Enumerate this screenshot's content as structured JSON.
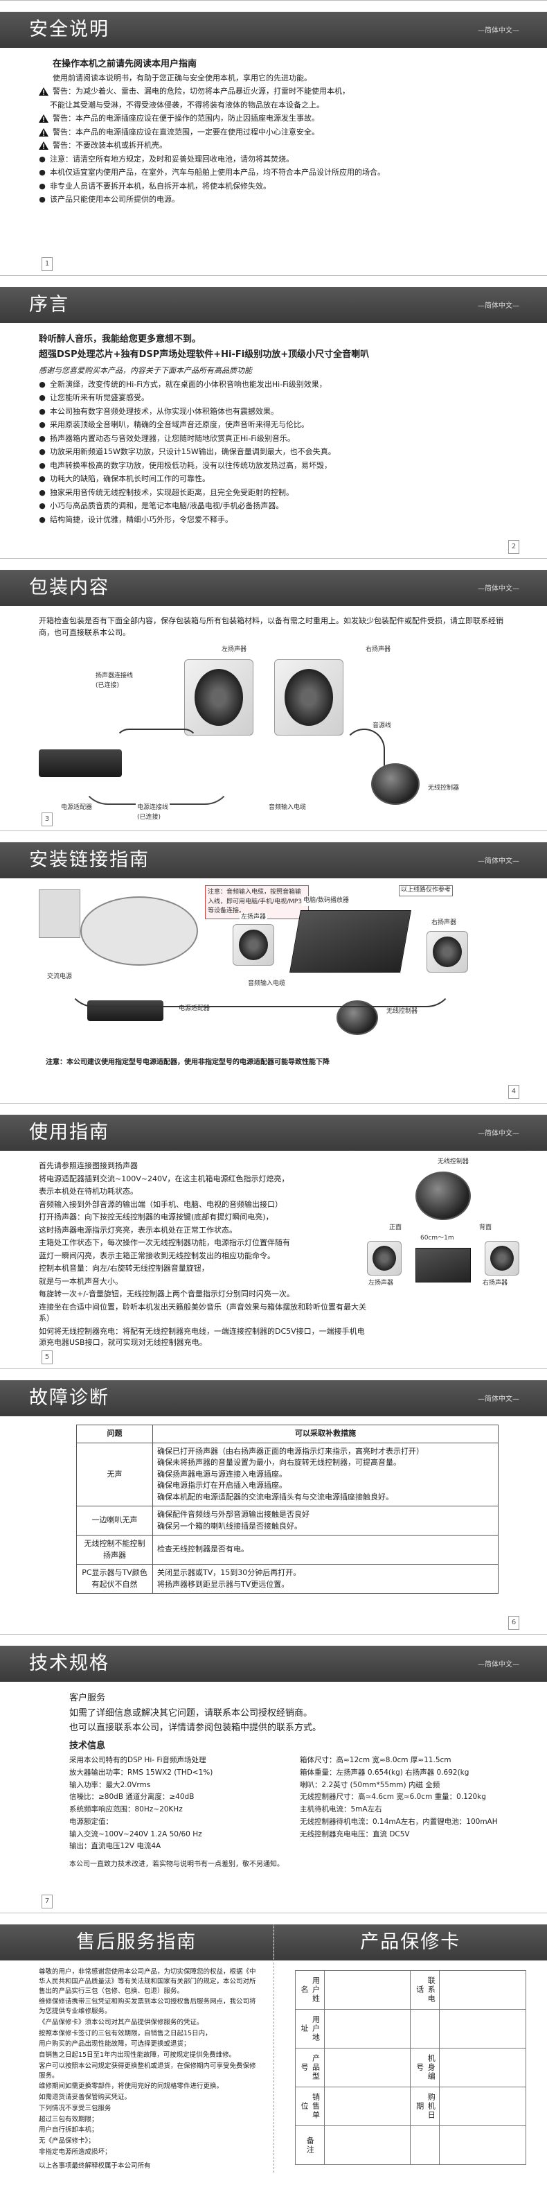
{
  "s1": {
    "title": "安全说明",
    "sub": "—简体中文—",
    "heading": "在操作本机之前请先阅读本用户指南",
    "intro": "使用前请阅读本说明书，有助于您正确与安全使用本机，享用它的先进功能。",
    "items": [
      {
        "icon": "warning",
        "text": "警告：为减少着火、雷击、漏电的危险，切勿将本产品暴近火源，打雷时不能使用本机，"
      },
      {
        "icon": "none",
        "text": "不能让其受潮与受淋，不得受液体侵袭，不得将装有液体的物品放在本设备之上。"
      },
      {
        "icon": "warning",
        "text": "警告：本产品的电源插座应设在便于操作的范围内，防止因插座电源发生事故。"
      },
      {
        "icon": "warning",
        "text": "警告：本产品的电源插座应设在直流范围，一定要在使用过程中小心注意安全。"
      },
      {
        "icon": "warning",
        "text": "警告：不要改装本机或拆开机壳。"
      },
      {
        "icon": "dot",
        "text": "注意：请清空所有地方规定，及时和妥善处理回收电池，请勿将其焚烧。"
      },
      {
        "icon": "dot",
        "text": "本机仅适宜室内使用产品，在室外，汽车与船舶上使用本产品，均不符合本产品设计所应用的场合。"
      },
      {
        "icon": "dot",
        "text": "非专业人员请不要拆开本机，私自拆开本机，将使本机保修失效。"
      },
      {
        "icon": "dot",
        "text": "该产品只能使用本公司所提供的电源。"
      }
    ],
    "page": "1"
  },
  "s2": {
    "title": "序言",
    "sub": "—简体中文—",
    "lead1": "聆听醉人音乐，我能给您更多意想不到。",
    "lead2": "超强DSP处理芯片+独有DSP声场处理软件+Hi-Fi级别功放+顶级小尺寸全音喇叭",
    "thanks": "感谢与您喜爱购买本产品，内容关于下面本产品所有高品质功能",
    "points": [
      "全新演绎，改变传统的Hi-Fi方式，就在桌面的小体积音响也能发出Hi-Fi级别效果，",
      "让您能听来有听觉盛宴感受。",
      "本公司独有数字音频处理技术，从你实现小体积箱体也有震撼效果。",
      "采用原装顶级全音喇叭，精确的全音域声音还原度，使声音听来得无与伦比。",
      "扬声器箱内置动态与音效处理器，让您随时随地欣赏真正Hi-Fi级别音乐。",
      "功放采用新频道15W数字功放，只设计15W输出，确保音量调到最大，也不会失真。",
      "电声转换率极高的数字功放，使用极低功耗，没有以往传统功放发热过高，易坏毁，",
      "功耗大的缺陷，确保本机长时间工作的可靠性。",
      "独家采用音传统无线控制技术，实现超长距离，且完全免受距射的控制。",
      "小巧与高品质音质的调和，是笔记本电脑/液晶电视/手机必备扬声器。",
      "结构简捷，设计优雅，精细小巧外形，令您爱不释手。"
    ],
    "page": "2"
  },
  "s3": {
    "title": "包装内容",
    "sub": "—简体中文—",
    "intro": "开箱检查包装是否有下面全部内容，保存包装箱与所有包装箱材料，以备有需之时重用上。如发缺少包装配件或配件受损，请立即联系经销商，也可直接联系本公司。",
    "labels": {
      "left_speaker": "左扬声器",
      "right_speaker": "右扬声器",
      "speaker_cable": "扬声器连接线\n(已连接)",
      "audio_cable": "音源线",
      "power_adapter": "电源适配器",
      "power_cord": "电源连接线\n(已连接)",
      "audio_input_cable": "音频输入电缆",
      "wireless_controller": "无线控制器"
    },
    "page": "3"
  },
  "s4": {
    "title": "安装链接指南",
    "sub": "—简体中文—",
    "note": "注意：音频输入电缆，按照音箱输入线，即可用电脑/手机/电视/MP3等设备连接。",
    "labels": {
      "ac_power": "交流电源",
      "power_adapter": "电源适配器",
      "left_speaker": "左扬声器",
      "right_speaker": "右扬声器",
      "audio_input": "音频输入电缆",
      "pc": "电脑/数码播放器",
      "wireless": "无线控制器",
      "tip": "以上线路仅作参考"
    },
    "warning": "注意：本公司建议使用指定型号电源适配器，使用非指定型号的电源适配器可能导致性能下降",
    "page": "4"
  },
  "s5": {
    "title": "使用指南",
    "sub": "—简体中文—",
    "lines": [
      "首先请参照连接图接到扬声器",
      "将电源适配器插到交流~100V~240V，在这主机箱电源红色指示灯熄亮，",
      "表示本机处在待机功耗状态。",
      "音频输入接到外部音源的输出端（如手机、电脑、电视的音频输出接口）",
      "打开扬声器：向下按控无线控制器的电源按键(底部有提灯瞬间电亮)，",
      "这时扬声器电源指示灯亮亮，表示本机处在正常工作状态。",
      "主箱处工作状态下，每次操作一次无线控制器功能，电源指示灯位置伴随有",
      "蓝灯一瞬间闪亮，表示主箱正常接收到无线控制发出的相应功能命令。",
      "控制本机音量：向左/右旋转无线控制器音量旋钮，",
      "就是与一本机声音大小。",
      "每旋转一次+/-音量旋钮，无线控制器上两个音量指示灯分别同时闪亮一次。",
      "连接坐在合适中间位置，聆听本机发出天籁般美妙音乐（声音效果与箱体摆放和聆听位置有最大关系）",
      "如何将无线控制器充电：将配有无线控制器充电线，一端连接控制器的DC5V接口，一端接手机电源充电器USB接口，就可实现对无线控制器充电。"
    ],
    "labels": {
      "wireless": "无线控制器",
      "front": "正面",
      "rear": "背面",
      "left": "左扬声器",
      "right": "右扬声器",
      "dist": "60cm～1m"
    },
    "page": "5"
  },
  "s6": {
    "title": "故障诊断",
    "sub": "—简体中文—",
    "headers": [
      "问题",
      "可以采取补救措施"
    ],
    "rows": [
      [
        "无声",
        "确保已打开扬声器（由右扬声器正面的电源指示灯来指示，高亮时才表示打开）\n确保未将扬声器的音量设置为最小，向右旋转无线控制器，可提高音量。\n确保扬声器电源与源连接入电源插座。\n确保电源指示灯在开启插入电源插座。\n确保本机配的电源适配器的交流电源插头有与交流电源插座接触良好。"
      ],
      [
        "一边喇叭无声",
        "确保配件音频线与外部音源输出接触是否良好\n确保另一个箱的喇叭线接插是否接触良好。"
      ],
      [
        "无线控制不能控制扬声器",
        "检查无线控制器是否有电。"
      ],
      [
        "PC显示器与TV颜色有起伏不自然",
        "关闭显示器或TV，15到30分钟后再打开。\n将扬声器移到距显示器与TV更远位置。"
      ]
    ],
    "page": "6"
  },
  "s7": {
    "title": "技术规格",
    "sub": "—简体中文—",
    "service_h": "客户服务",
    "service1": "如需了详细信息或解决其它问题，请联系本公司授权经销商。",
    "service2": "也可以直接联系本公司，详情请参阅包装箱中提供的联系方式。",
    "tech_h": "技术信息",
    "left": [
      "采用本公司特有的DSP Hi- Fi音频声场处理",
      "放大器输出功率：RMS 15WX2 (THD<1%)",
      "输入功率：最大2.0Vrms",
      "信噪比：≥80dB    通道分离度：≥40dB",
      "系统频率响应范围：80Hz~20KHz",
      "电源额定值：",
      "输入交流~100V~240V   1.2A 50/60 Hz",
      "输出：直流电压12V    电流4A"
    ],
    "right": [
      "箱体尺寸：高≈12cm 宽≈8.0cm 厚≈11.5cm",
      "箱体重量：左扬声器 0.654(kg)  右扬声器 0.692(kg",
      "喇叭：2.2英寸 (50mm*55mm) 内磁 全频",
      "无线控制器尺寸：高≈4.6cm 宽≈6.0cm  重量：0.120kg",
      "主机待机电流：5mA左右",
      "无线控制器待机电流：0.14mA左右，内置锂电池：100mAH",
      "无线控制器充电电压：直流 DC5V"
    ],
    "footnote": "本公司一直致力技术改进，若实物与说明书有一点差别，敬不另通知。",
    "page": "7"
  },
  "s8": {
    "title": "售后服务指南",
    "text": [
      "尊敬的用户，非常感谢您使用本公司产品，为切实保障您的权益，根据《中华人民共和国产品质量法》等有关法规和国家有关部门的规定，本公司对所售出的产品实行三包（包修、包换、包退）服务。",
      "维修保修请携带三包凭证和购买发票到本公司授权售后服务网点，我公司将为您提供专业维修服务。",
      "《产品保修卡》须本公司对其产品提供保修服务的凭证。",
      "按照本保修卡签订的三包有效期限，自销售之日起15日内，",
      "用户购买的产品出现性能故障，可选择更换或退货；",
      "自销售之日起15日至1年内出现性能故障，可按规定提供免费维修。",
      "客户可以按照本公司规定获得更换整机或退货，在保修期内可享受免费保修服务。",
      "维修期间如需更换零部件，将使用完好的同规格零件进行更换。",
      "如需退货请妥善保管购买凭证。",
      "下列情况不享受三包服务",
      "超过三包有效期限；",
      "用户自行拆卸本机；",
      "无《产品保修卡》；",
      "非指定电源所造成损坏；"
    ],
    "footer": "以上各事项最终解释权属于本公司所有"
  },
  "card": {
    "title": "产品保修卡",
    "rows": [
      [
        "用户姓名",
        "联系电话"
      ],
      [
        "用户地址",
        ""
      ],
      [
        "产品型号",
        "机身编号"
      ],
      [
        "销售单位",
        "购机日期"
      ],
      [
        "备注",
        ""
      ]
    ]
  }
}
